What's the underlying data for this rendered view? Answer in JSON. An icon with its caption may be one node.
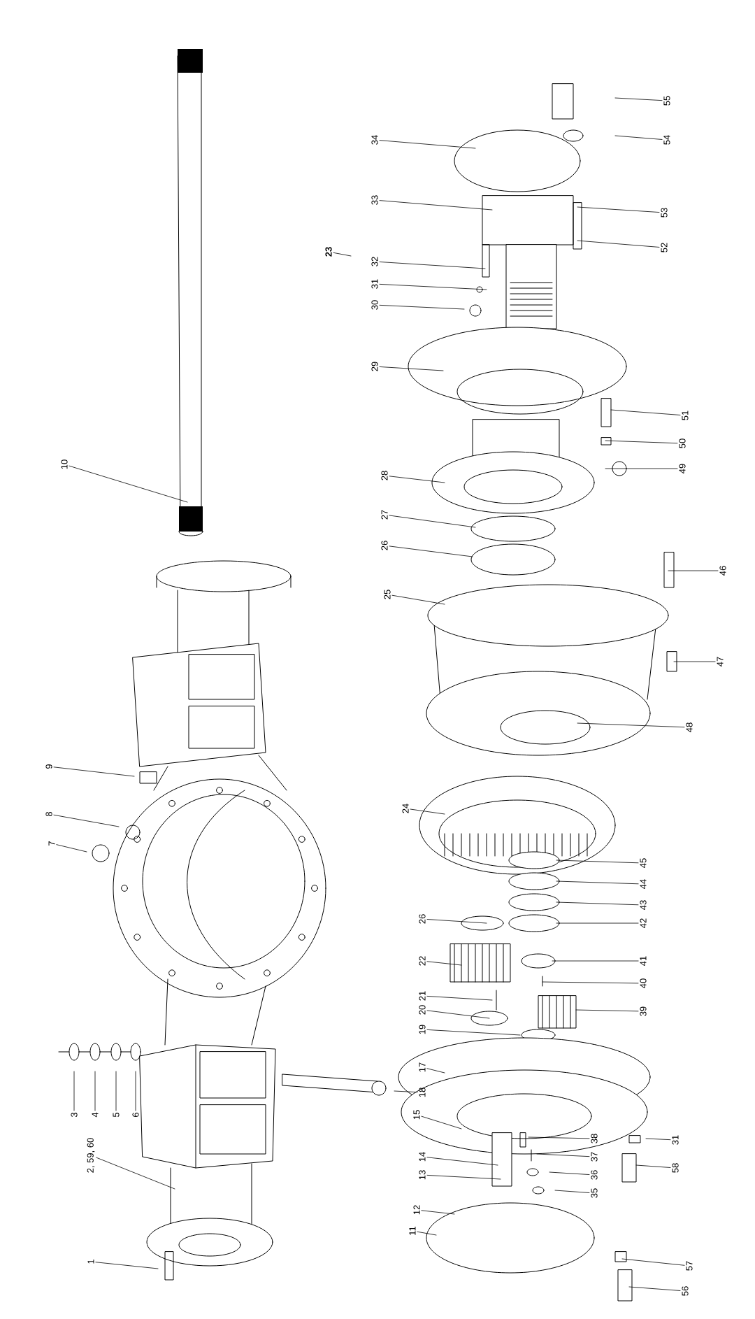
{
  "diagram": {
    "nodes": [
      {
        "text": [
          "10"
        ]
      },
      {
        "text": [
          "9"
        ]
      },
      {
        "text": [
          "8"
        ]
      },
      {
        "text": [
          "7"
        ]
      },
      {
        "text": [
          "3"
        ]
      },
      {
        "text": [
          "4"
        ]
      },
      {
        "text": [
          "5"
        ]
      },
      {
        "text": [
          "6"
        ]
      },
      {
        "text": [
          "2, 59, 60"
        ]
      },
      {
        "text": [
          "1"
        ]
      },
      {
        "text": [
          "23"
        ]
      },
      {
        "text": [
          "34"
        ]
      },
      {
        "text": [
          "33"
        ]
      },
      {
        "text": [
          "32"
        ]
      },
      {
        "text": [
          "31"
        ]
      },
      {
        "text": [
          "30"
        ]
      },
      {
        "text": [
          "29"
        ]
      },
      {
        "text": [
          "28"
        ]
      },
      {
        "text": [
          "27"
        ]
      },
      {
        "text": [
          "26"
        ]
      },
      {
        "text": [
          "25"
        ]
      },
      {
        "text": [
          "24"
        ]
      },
      {
        "text": [
          "26"
        ]
      },
      {
        "text": [
          "22"
        ]
      },
      {
        "text": [
          "21"
        ]
      },
      {
        "text": [
          "20"
        ]
      },
      {
        "text": [
          "19"
        ]
      },
      {
        "text": [
          "17"
        ]
      },
      {
        "text": [
          "18"
        ]
      },
      {
        "text": [
          "15"
        ]
      },
      {
        "text": [
          "14"
        ]
      },
      {
        "text": [
          "13"
        ]
      },
      {
        "text": [
          "12"
        ]
      },
      {
        "text": [
          "11"
        ]
      },
      {
        "text": [
          "55"
        ]
      },
      {
        "text": [
          "54"
        ]
      },
      {
        "text": [
          "53"
        ]
      },
      {
        "text": [
          "52"
        ]
      },
      {
        "text": [
          "51"
        ]
      },
      {
        "text": [
          "50"
        ]
      },
      {
        "text": [
          "49"
        ]
      },
      {
        "text": [
          "46"
        ]
      },
      {
        "text": [
          "47"
        ]
      },
      {
        "text": [
          "48"
        ]
      },
      {
        "text": [
          "45"
        ]
      },
      {
        "text": [
          "44"
        ]
      },
      {
        "text": [
          "43"
        ]
      },
      {
        "text": [
          "42"
        ]
      },
      {
        "text": [
          "41"
        ]
      },
      {
        "text": [
          "40"
        ]
      },
      {
        "text": [
          "39"
        ]
      },
      {
        "text": [
          "31"
        ]
      },
      {
        "text": [
          "58"
        ]
      },
      {
        "text": [
          "38"
        ]
      },
      {
        "text": [
          "37"
        ]
      },
      {
        "text": [
          "36"
        ]
      },
      {
        "text": [
          "35"
        ]
      },
      {
        "text": [
          "57"
        ]
      },
      {
        "text": [
          "56"
        ]
      }
    ],
    "edges": [
      {
        "from": 0,
        "to": null,
        "arrow": "none"
      },
      {
        "from": 1,
        "to": null,
        "arrow": "none"
      },
      {
        "from": 2,
        "to": null,
        "arrow": "none"
      },
      {
        "from": 3,
        "to": null,
        "arrow": "none"
      },
      {
        "from": 4,
        "to": null,
        "arrow": "none"
      },
      {
        "from": 5,
        "to": null,
        "arrow": "none"
      },
      {
        "from": 6,
        "to": null,
        "arrow": "none"
      },
      {
        "from": 7,
        "to": null,
        "arrow": "none"
      },
      {
        "from": 8,
        "to": null,
        "arrow": "none"
      },
      {
        "from": 9,
        "to": null,
        "arrow": "none"
      },
      {
        "from": 10,
        "to": null,
        "arrow": "none"
      },
      {
        "from": 11,
        "to": null,
        "arrow": "none"
      },
      {
        "from": 12,
        "to": null,
        "arrow": "none"
      },
      {
        "from": 13,
        "to": null,
        "arrow": "none"
      },
      {
        "from": 14,
        "to": null,
        "arrow": "none"
      },
      {
        "from": 15,
        "to": null,
        "arrow": "none"
      },
      {
        "from": 16,
        "to": null,
        "arrow": "none"
      },
      {
        "from": 17,
        "to": null,
        "arrow": "none"
      },
      {
        "from": 18,
        "to": null,
        "arrow": "none"
      },
      {
        "from": 19,
        "to": null,
        "arrow": "none"
      },
      {
        "from": 20,
        "to": null,
        "arrow": "none"
      },
      {
        "from": 21,
        "to": null,
        "arrow": "none"
      },
      {
        "from": 22,
        "to": null,
        "arrow": "none"
      },
      {
        "from": 23,
        "to": null,
        "arrow": "none"
      },
      {
        "from": 24,
        "to": null,
        "arrow": "none"
      },
      {
        "from": 25,
        "to": null,
        "arrow": "none"
      },
      {
        "from": 26,
        "to": null,
        "arrow": "none"
      },
      {
        "from": 27,
        "to": null,
        "arrow": "none"
      },
      {
        "from": 28,
        "to": null,
        "arrow": "none"
      },
      {
        "from": 29,
        "to": null,
        "arrow": "none"
      },
      {
        "from": 30,
        "to": null,
        "arrow": "none"
      },
      {
        "from": 31,
        "to": null,
        "arrow": "none"
      },
      {
        "from": 32,
        "to": null,
        "arrow": "none"
      },
      {
        "from": 33,
        "to": null,
        "arrow": "none"
      },
      {
        "from": 34,
        "to": null,
        "arrow": "none"
      },
      {
        "from": 35,
        "to": null,
        "arrow": "none"
      },
      {
        "from": 36,
        "to": null,
        "arrow": "none"
      },
      {
        "from": 37,
        "to": null,
        "arrow": "none"
      },
      {
        "from": 38,
        "to": null,
        "arrow": "none"
      },
      {
        "from": 39,
        "to": null,
        "arrow": "none"
      },
      {
        "from": 40,
        "to": null,
        "arrow": "none"
      },
      {
        "from": 41,
        "to": null,
        "arrow": "none"
      },
      {
        "from": 42,
        "to": null,
        "arrow": "none"
      },
      {
        "from": 43,
        "to": null,
        "arrow": "none"
      },
      {
        "from": 44,
        "to": null,
        "arrow": "none"
      },
      {
        "from": 45,
        "to": null,
        "arrow": "none"
      },
      {
        "from": 46,
        "to": null,
        "arrow": "none"
      },
      {
        "from": 47,
        "to": null,
        "arrow": "none"
      },
      {
        "from": 48,
        "to": null,
        "arrow": "none"
      },
      {
        "from": 49,
        "to": null,
        "arrow": "none"
      },
      {
        "from": 50,
        "to": null,
        "arrow": "none"
      },
      {
        "from": 51,
        "to": null,
        "arrow": "none"
      },
      {
        "from": 52,
        "to": null,
        "arrow": "none"
      },
      {
        "from": 53,
        "to": null,
        "arrow": "none"
      },
      {
        "from": 54,
        "to": null,
        "arrow": "none"
      },
      {
        "from": 55,
        "to": null,
        "arrow": "none"
      },
      {
        "from": 56,
        "to": null,
        "arrow": "none"
      },
      {
        "from": 57,
        "to": null,
        "arrow": "none"
      },
      {
        "from": 58,
        "to": null,
        "arrow": "none"
      }
    ]
  }
}
